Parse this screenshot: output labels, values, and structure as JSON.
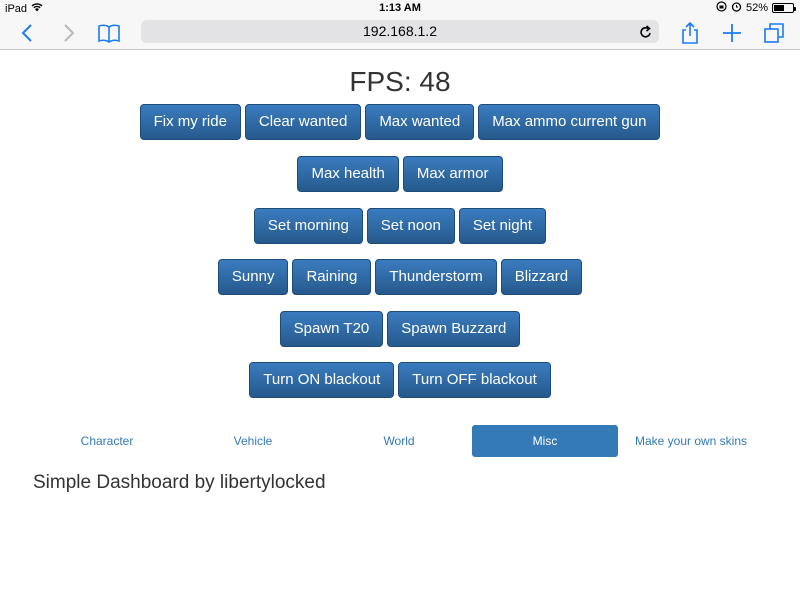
{
  "status_bar": {
    "device": "iPad",
    "time": "1:13 AM",
    "battery": "52%",
    "battery_level": 0.52
  },
  "browser": {
    "url": "192.168.1.2",
    "icons": [
      "back-icon",
      "forward-icon",
      "bookmarks-icon",
      "reload-icon",
      "share-icon",
      "new-tab-icon",
      "tabs-icon"
    ]
  },
  "fps_label": "FPS: 48",
  "button_rows": [
    [
      "Fix my ride",
      "Clear wanted",
      "Max wanted",
      "Max ammo current gun"
    ],
    [
      "Max health",
      "Max armor"
    ],
    [
      "Set morning",
      "Set noon",
      "Set night"
    ],
    [
      "Sunny",
      "Raining",
      "Thunderstorm",
      "Blizzard"
    ],
    [
      "Spawn T20",
      "Spawn Buzzard"
    ],
    [
      "Turn ON blackout",
      "Turn OFF blackout"
    ]
  ],
  "tabs": [
    {
      "label": "Character",
      "active": false
    },
    {
      "label": "Vehicle",
      "active": false
    },
    {
      "label": "World",
      "active": false
    },
    {
      "label": "Misc",
      "active": true
    },
    {
      "label": "Make your own skins",
      "active": false
    }
  ],
  "footer_title": "Simple Dashboard by libertylocked",
  "colors": {
    "button": "#2d6aa6",
    "accent": "#337ab7",
    "ios_blue": "#1a7cf5"
  }
}
